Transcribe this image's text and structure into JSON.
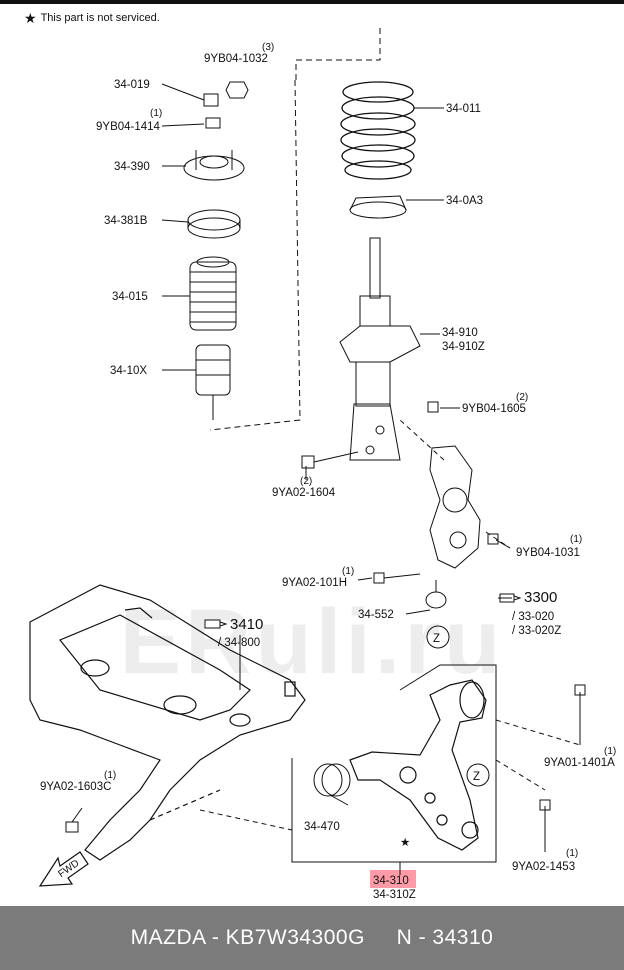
{
  "notice": {
    "star": "★",
    "text": "This part is not serviced."
  },
  "watermark": "ERuli.ru",
  "labels": {
    "l9YB04_1032_q": "(3)",
    "l9YB04_1032": "9YB04-1032",
    "l34_019": "34-019",
    "l9YB04_1414_q": "(1)",
    "l9YB04_1414": "9YB04-1414",
    "l34_390": "34-390",
    "l34_381B": "34-381B",
    "l34_015": "34-015",
    "l34_10X": "34-10X",
    "l34_011": "34-011",
    "l34_0A3": "34-0A3",
    "l34_910": "34-910",
    "l34_910Z": "34-910Z",
    "l9YB04_1605_q": "(2)",
    "l9YB04_1605": "9YB04-1605",
    "l9YA02_1604_q": "(2)",
    "l9YA02_1604": "9YA02-1604",
    "l9YB04_1031_q": "(1)",
    "l9YB04_1031": "9YB04-1031",
    "l9YA02_101H_q": "(1)",
    "l9YA02_101H": "9YA02-101H",
    "l3300": "3300",
    "l33_020": "/ 33-020",
    "l33_020Z": "/ 33-020Z",
    "l34_552": "34-552",
    "z1": "Z",
    "z2": "Z",
    "l3410": "3410",
    "l34_800": "/ 34-800",
    "l9YA01_1401A_q": "(1)",
    "l9YA01_1401A": "9YA01-1401A",
    "l9YA02_1603C_q": "(1)",
    "l9YA02_1603C": "9YA02-1603C",
    "l34_470": "34-470",
    "l9YA02_1453_q": "(1)",
    "l9YA02_1453": "9YA02-1453",
    "l34_310": "34-310",
    "l34_310Z": "34-310Z",
    "star_mark": "★",
    "fwd": "FWD"
  },
  "footer": {
    "text": "MAZDA - KB7W34300G     N - 34310"
  }
}
